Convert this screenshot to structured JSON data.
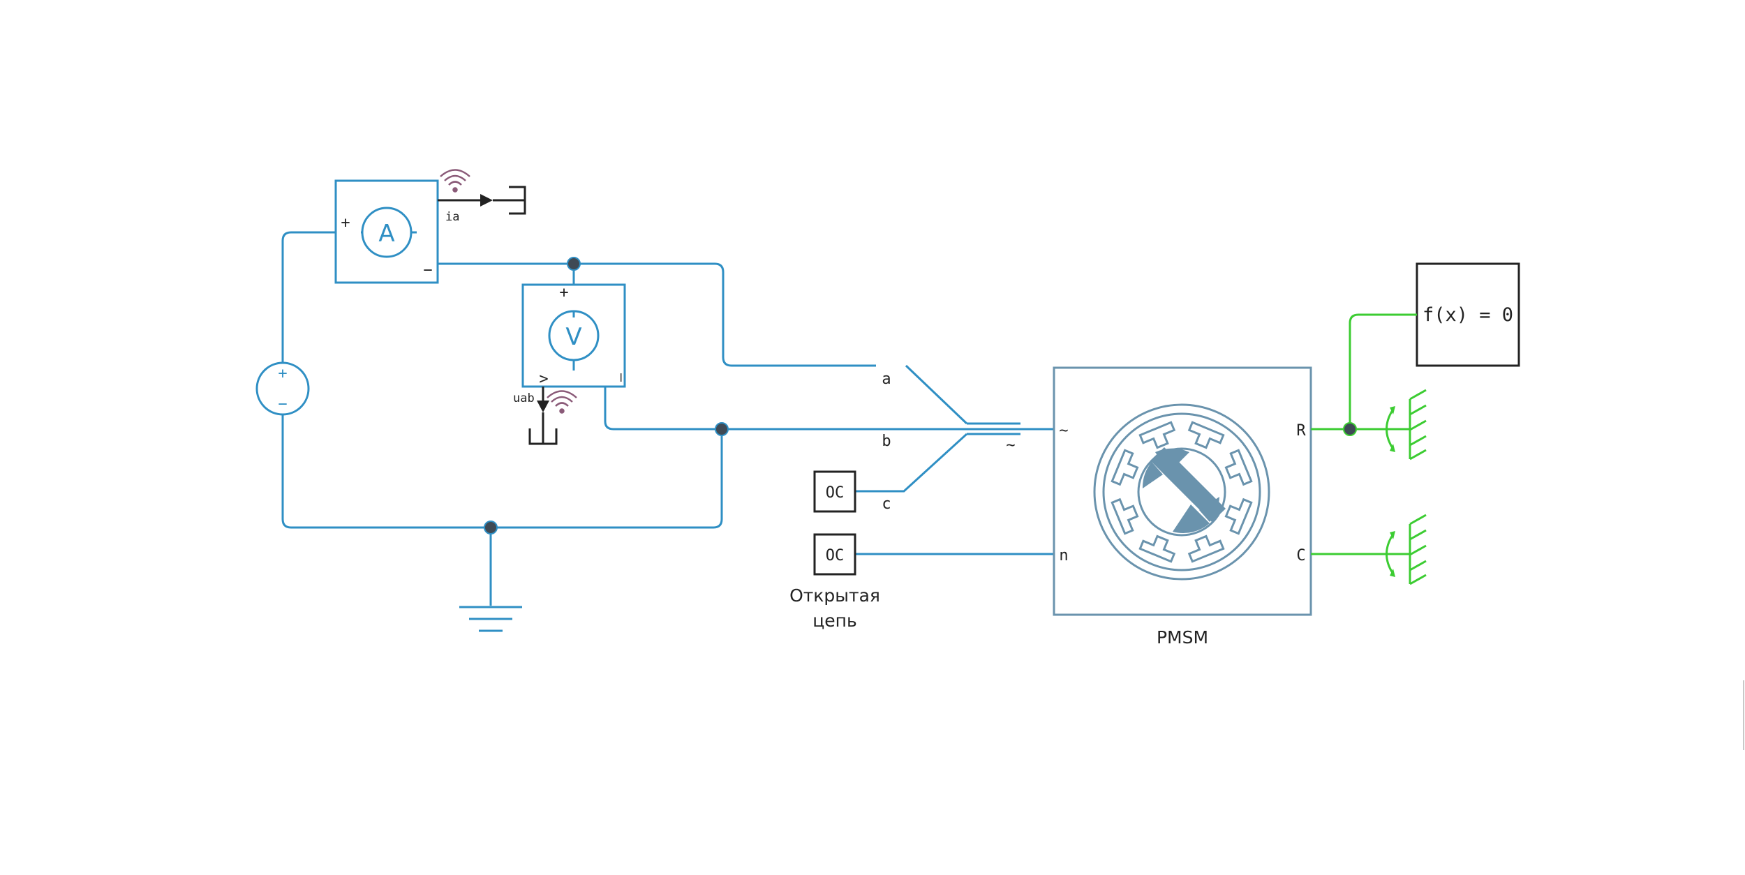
{
  "colors": {
    "wire_electrical": "#2f8fc4",
    "wire_mechanical": "#3ccc32",
    "motor_icon": "#6a93ad",
    "node_fill": "#3f4a55",
    "block_black": "#222222",
    "signal_purple": "#8a5a78"
  },
  "ammeter": {
    "symbol": "A",
    "plus": "+",
    "minus": "−",
    "signal_label": "ia"
  },
  "voltmeter": {
    "symbol": "V",
    "plus": "+",
    "minus_glyph": "–",
    "left_glyph": ">",
    "signal_label": "uab"
  },
  "voltage_source": {
    "plus": "+",
    "minus": "−"
  },
  "phase_labels": {
    "a": "a",
    "b": "b",
    "c": "c",
    "bus_tilde": "~"
  },
  "open_circuit": {
    "label": "OC",
    "caption_line1": "Открытая",
    "caption_line2": "цепь"
  },
  "pmsm": {
    "name": "PMSM",
    "port_tilde": "~",
    "port_n": "n",
    "port_r": "R",
    "port_c": "C"
  },
  "solver": {
    "label": "f(x) = 0"
  },
  "icons": [
    "ammeter-icon",
    "voltmeter-icon",
    "dc-voltage-source-icon",
    "electrical-ground-icon",
    "signal-wireless-icon",
    "signal-terminator-icon",
    "pmsm-motor-icon",
    "mechanical-reference-icon"
  ]
}
